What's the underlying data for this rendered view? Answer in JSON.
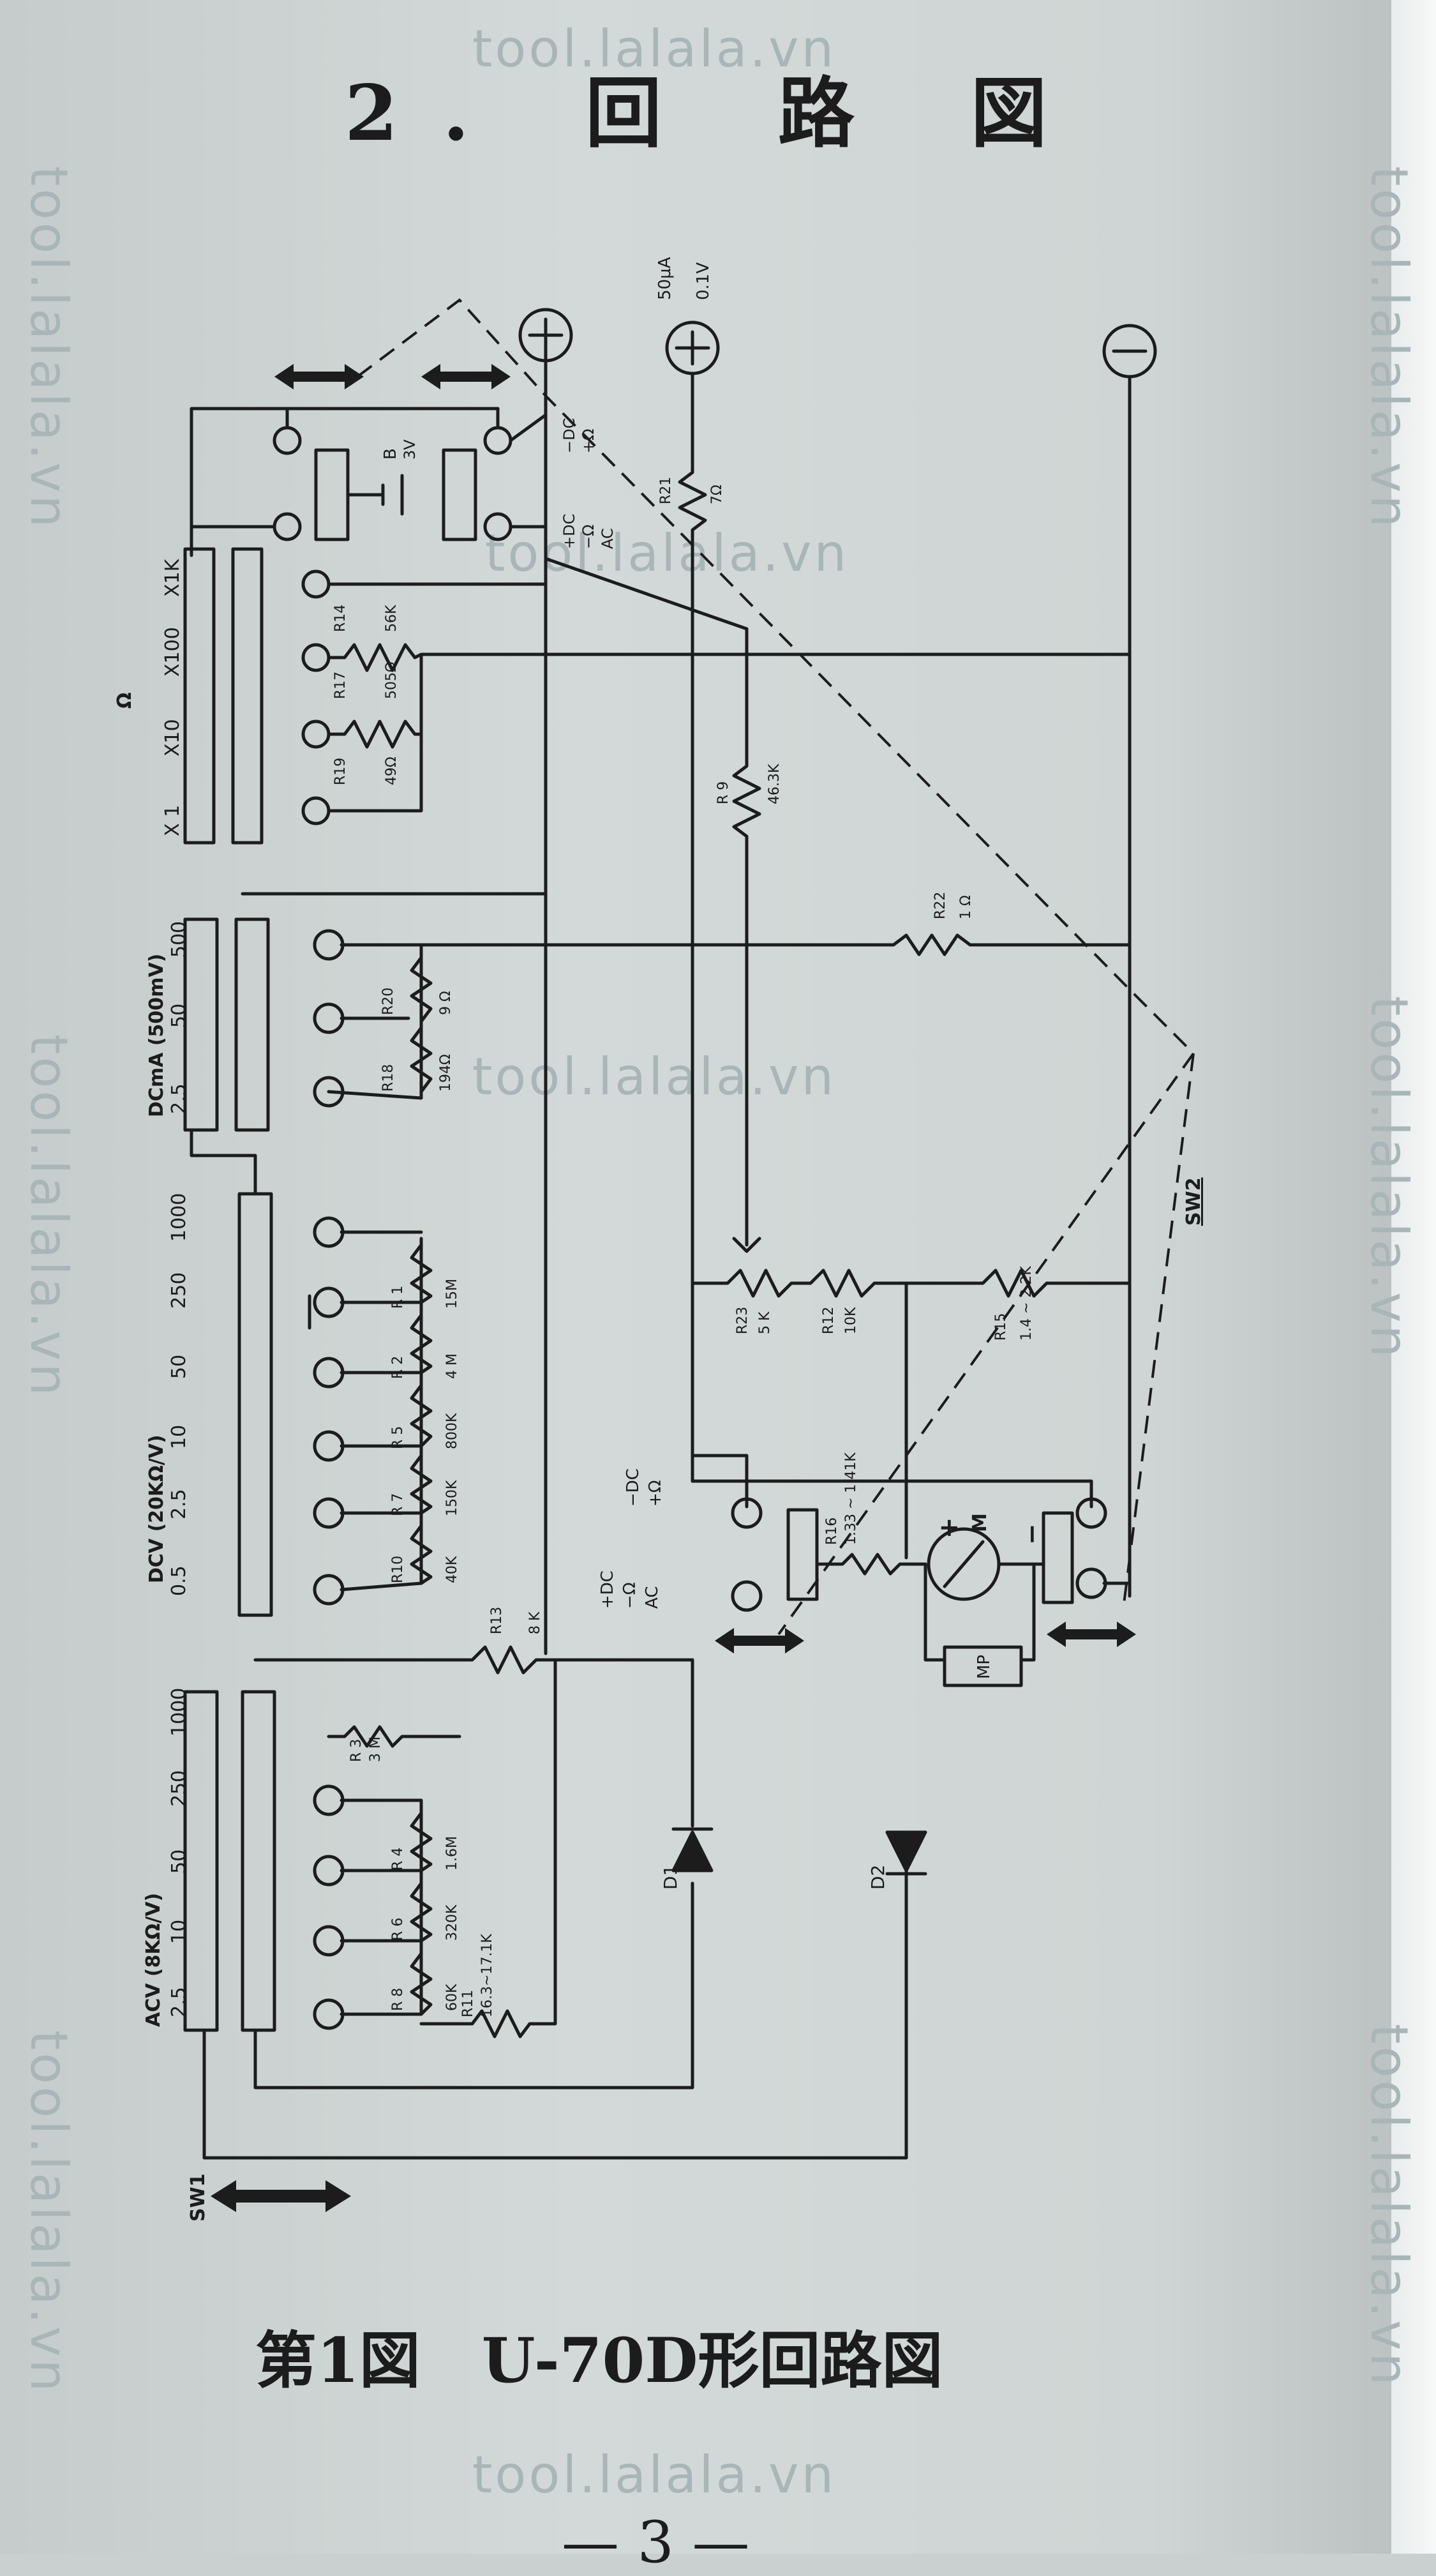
{
  "header": {
    "title": "2.  回  路  図"
  },
  "caption": "第1図　U-70D形回路図",
  "page_number": "— 3 —",
  "watermarks": {
    "left": "tool.lalala.vn",
    "right": "tool.lalala.vn",
    "center_top": "tool.lalala.vn",
    "center_mid": "tool.lalala.vn",
    "bottom": "tool.lalala.vn"
  },
  "scales": {
    "acv": {
      "title": "ACV (8KΩ/V)",
      "ticks": [
        "2.5",
        "10",
        "50",
        "250",
        "1000"
      ]
    },
    "dcv": {
      "title": "DCV (20KΩ/V)",
      "ticks": [
        "0.5",
        "2.5",
        "10",
        "50",
        "250",
        "1000"
      ]
    },
    "dcma": {
      "title": "DCmA (500mV)",
      "ticks": [
        "2.5",
        "50",
        "500"
      ]
    },
    "ohm": {
      "title": "Ω",
      "ticks": [
        "X 1",
        "X10",
        "X100",
        "X1K"
      ]
    }
  },
  "switches": {
    "sw1": "SW1",
    "sw2": "SW2"
  },
  "terminals": {
    "plus": "+",
    "minus": "−",
    "meter_rating": "50μA",
    "meter_rating2": "0.1V",
    "top_labels": [
      "+DC",
      "−Ω",
      "AC"
    ],
    "top_labels_right": [
      "−DC",
      "+Ω"
    ],
    "mid_labels": [
      "+DC",
      "−Ω",
      "AC"
    ],
    "mid_labels_right": [
      "−DC",
      "+Ω"
    ]
  },
  "battery": {
    "name": "B",
    "value": "3V"
  },
  "meter": {
    "name": "M",
    "plus": "+",
    "minus": "−",
    "protector": "MP"
  },
  "resistors": {
    "R1": {
      "name": "R 1",
      "value": "15M"
    },
    "R2": {
      "name": "R 2",
      "value": "4 M"
    },
    "R3": {
      "name": "R 3",
      "value": "3 M"
    },
    "R4": {
      "name": "R 4",
      "value": "1.6M"
    },
    "R5": {
      "name": "R 5",
      "value": "800K"
    },
    "R6": {
      "name": "R 6",
      "value": "320K"
    },
    "R7": {
      "name": "R 7",
      "value": "150K"
    },
    "R8": {
      "name": "R 8",
      "value": "60K"
    },
    "R9": {
      "name": "R 9",
      "value": "46.3K"
    },
    "R10": {
      "name": "R10",
      "value": "40K"
    },
    "R11": {
      "name": "R11",
      "value": "16.3~17.1K"
    },
    "R12": {
      "name": "R12",
      "value": "10K"
    },
    "R13": {
      "name": "R13",
      "value": "8 K"
    },
    "R14": {
      "name": "R14",
      "value": "56K"
    },
    "R15": {
      "name": "R15",
      "value": "1.4 ~ 2.2K"
    },
    "R16": {
      "name": "R16",
      "value": "1.33 ~ 1.41K"
    },
    "R17": {
      "name": "R17",
      "value": "505Ω"
    },
    "R18": {
      "name": "R18",
      "value": "194Ω"
    },
    "R19": {
      "name": "R19",
      "value": "49Ω"
    },
    "R20": {
      "name": "R20",
      "value": "9 Ω"
    },
    "R21": {
      "name": "R21",
      "value": "7Ω"
    },
    "R22": {
      "name": "R22",
      "value": "1 Ω"
    },
    "R23": {
      "name": "R23",
      "value": "5 K"
    }
  },
  "diodes": {
    "d1": "D1",
    "d2": "D2"
  }
}
